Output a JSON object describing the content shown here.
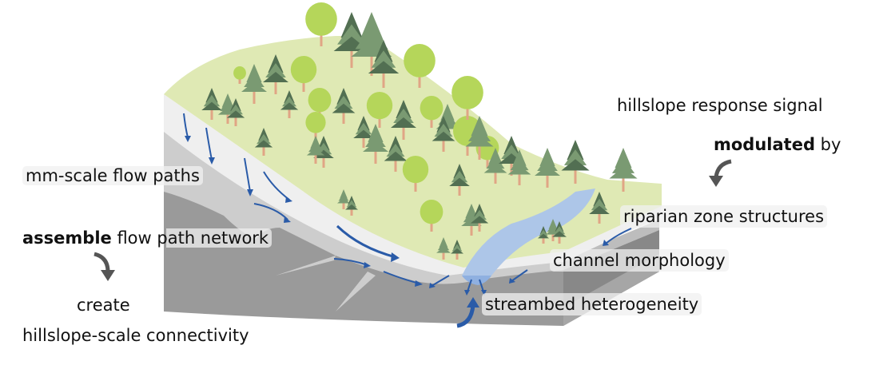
{
  "title": "Hillslope flow path connectivity and stream response schematic",
  "colors": {
    "grass": "#dfe9b4",
    "topsoil": "#efefef",
    "subsoil": "#cdcdcd",
    "bedrock": "#9a9a9a",
    "bedrock_side": "#888888",
    "stream": "#adc6e8",
    "stream_deep": "#8fb0e0",
    "flow_arrow": "#2a5ba8",
    "conifer_dark": "#526f52",
    "conifer_light": "#7a9a72",
    "deciduous": "#b5d65a",
    "trunk": "#e0a585",
    "annotation_arrow": "#555555"
  },
  "labels": {
    "mm_scale": "mm-scale flow paths",
    "assemble_bold": "assemble",
    "assemble_rest": " flow path network",
    "create": "create",
    "hillslope_connectivity": "hillslope-scale connectivity",
    "response_signal": "hillslope response signal",
    "modulated_bold": "modulated",
    "modulated_rest": " by",
    "riparian": "riparian zone structures",
    "channel": "channel morphology",
    "streambed": "streambed heterogeneity"
  },
  "icons": {
    "assemble_arrow": "curved-arrow-down",
    "modulated_arrow": "curved-arrow-down-left"
  }
}
